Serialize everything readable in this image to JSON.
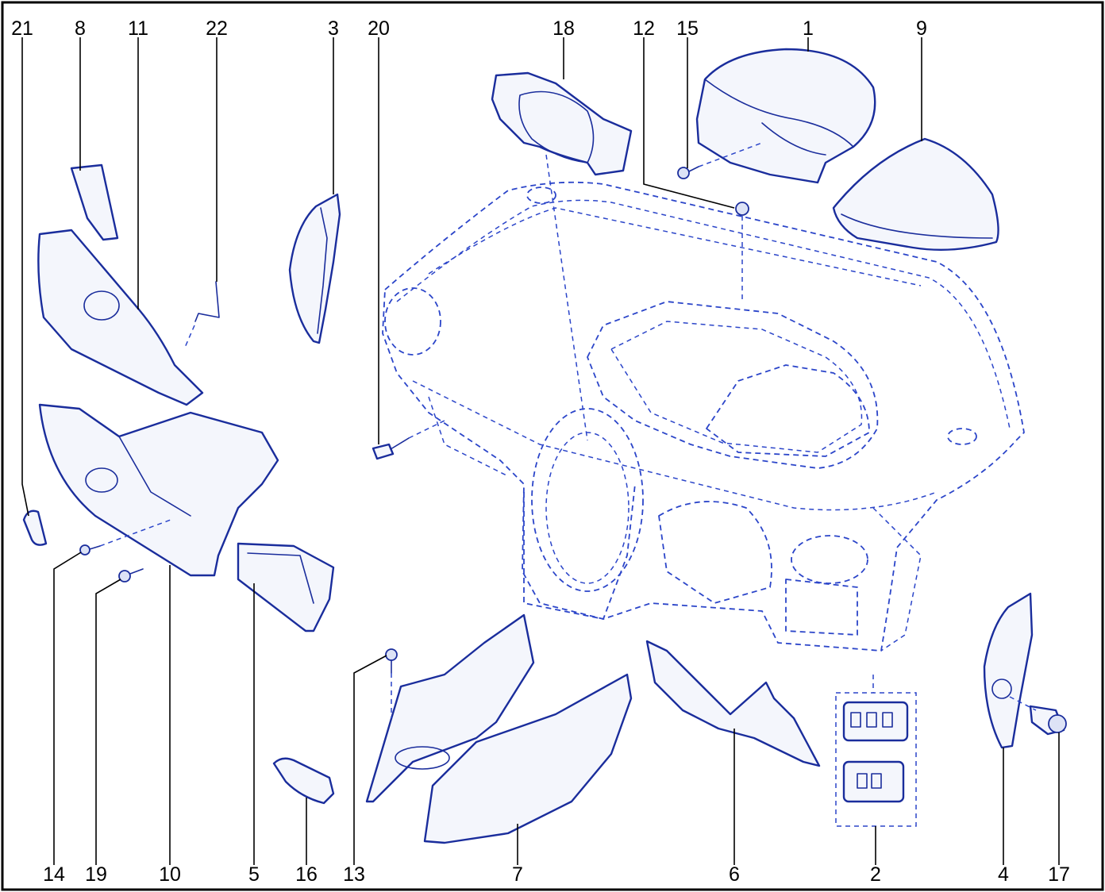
{
  "diagram": {
    "line_color": "#1a2d9c",
    "dash_color": "#2b45c9",
    "label_color": "#000000",
    "top_labels": [
      "21",
      "8",
      "11",
      "22",
      "3",
      "20",
      "18",
      "12",
      "15",
      "1",
      "9"
    ],
    "bottom_labels": [
      "14",
      "19",
      "10",
      "5",
      "16",
      "13",
      "7",
      "6",
      "2",
      "4",
      "17"
    ]
  }
}
